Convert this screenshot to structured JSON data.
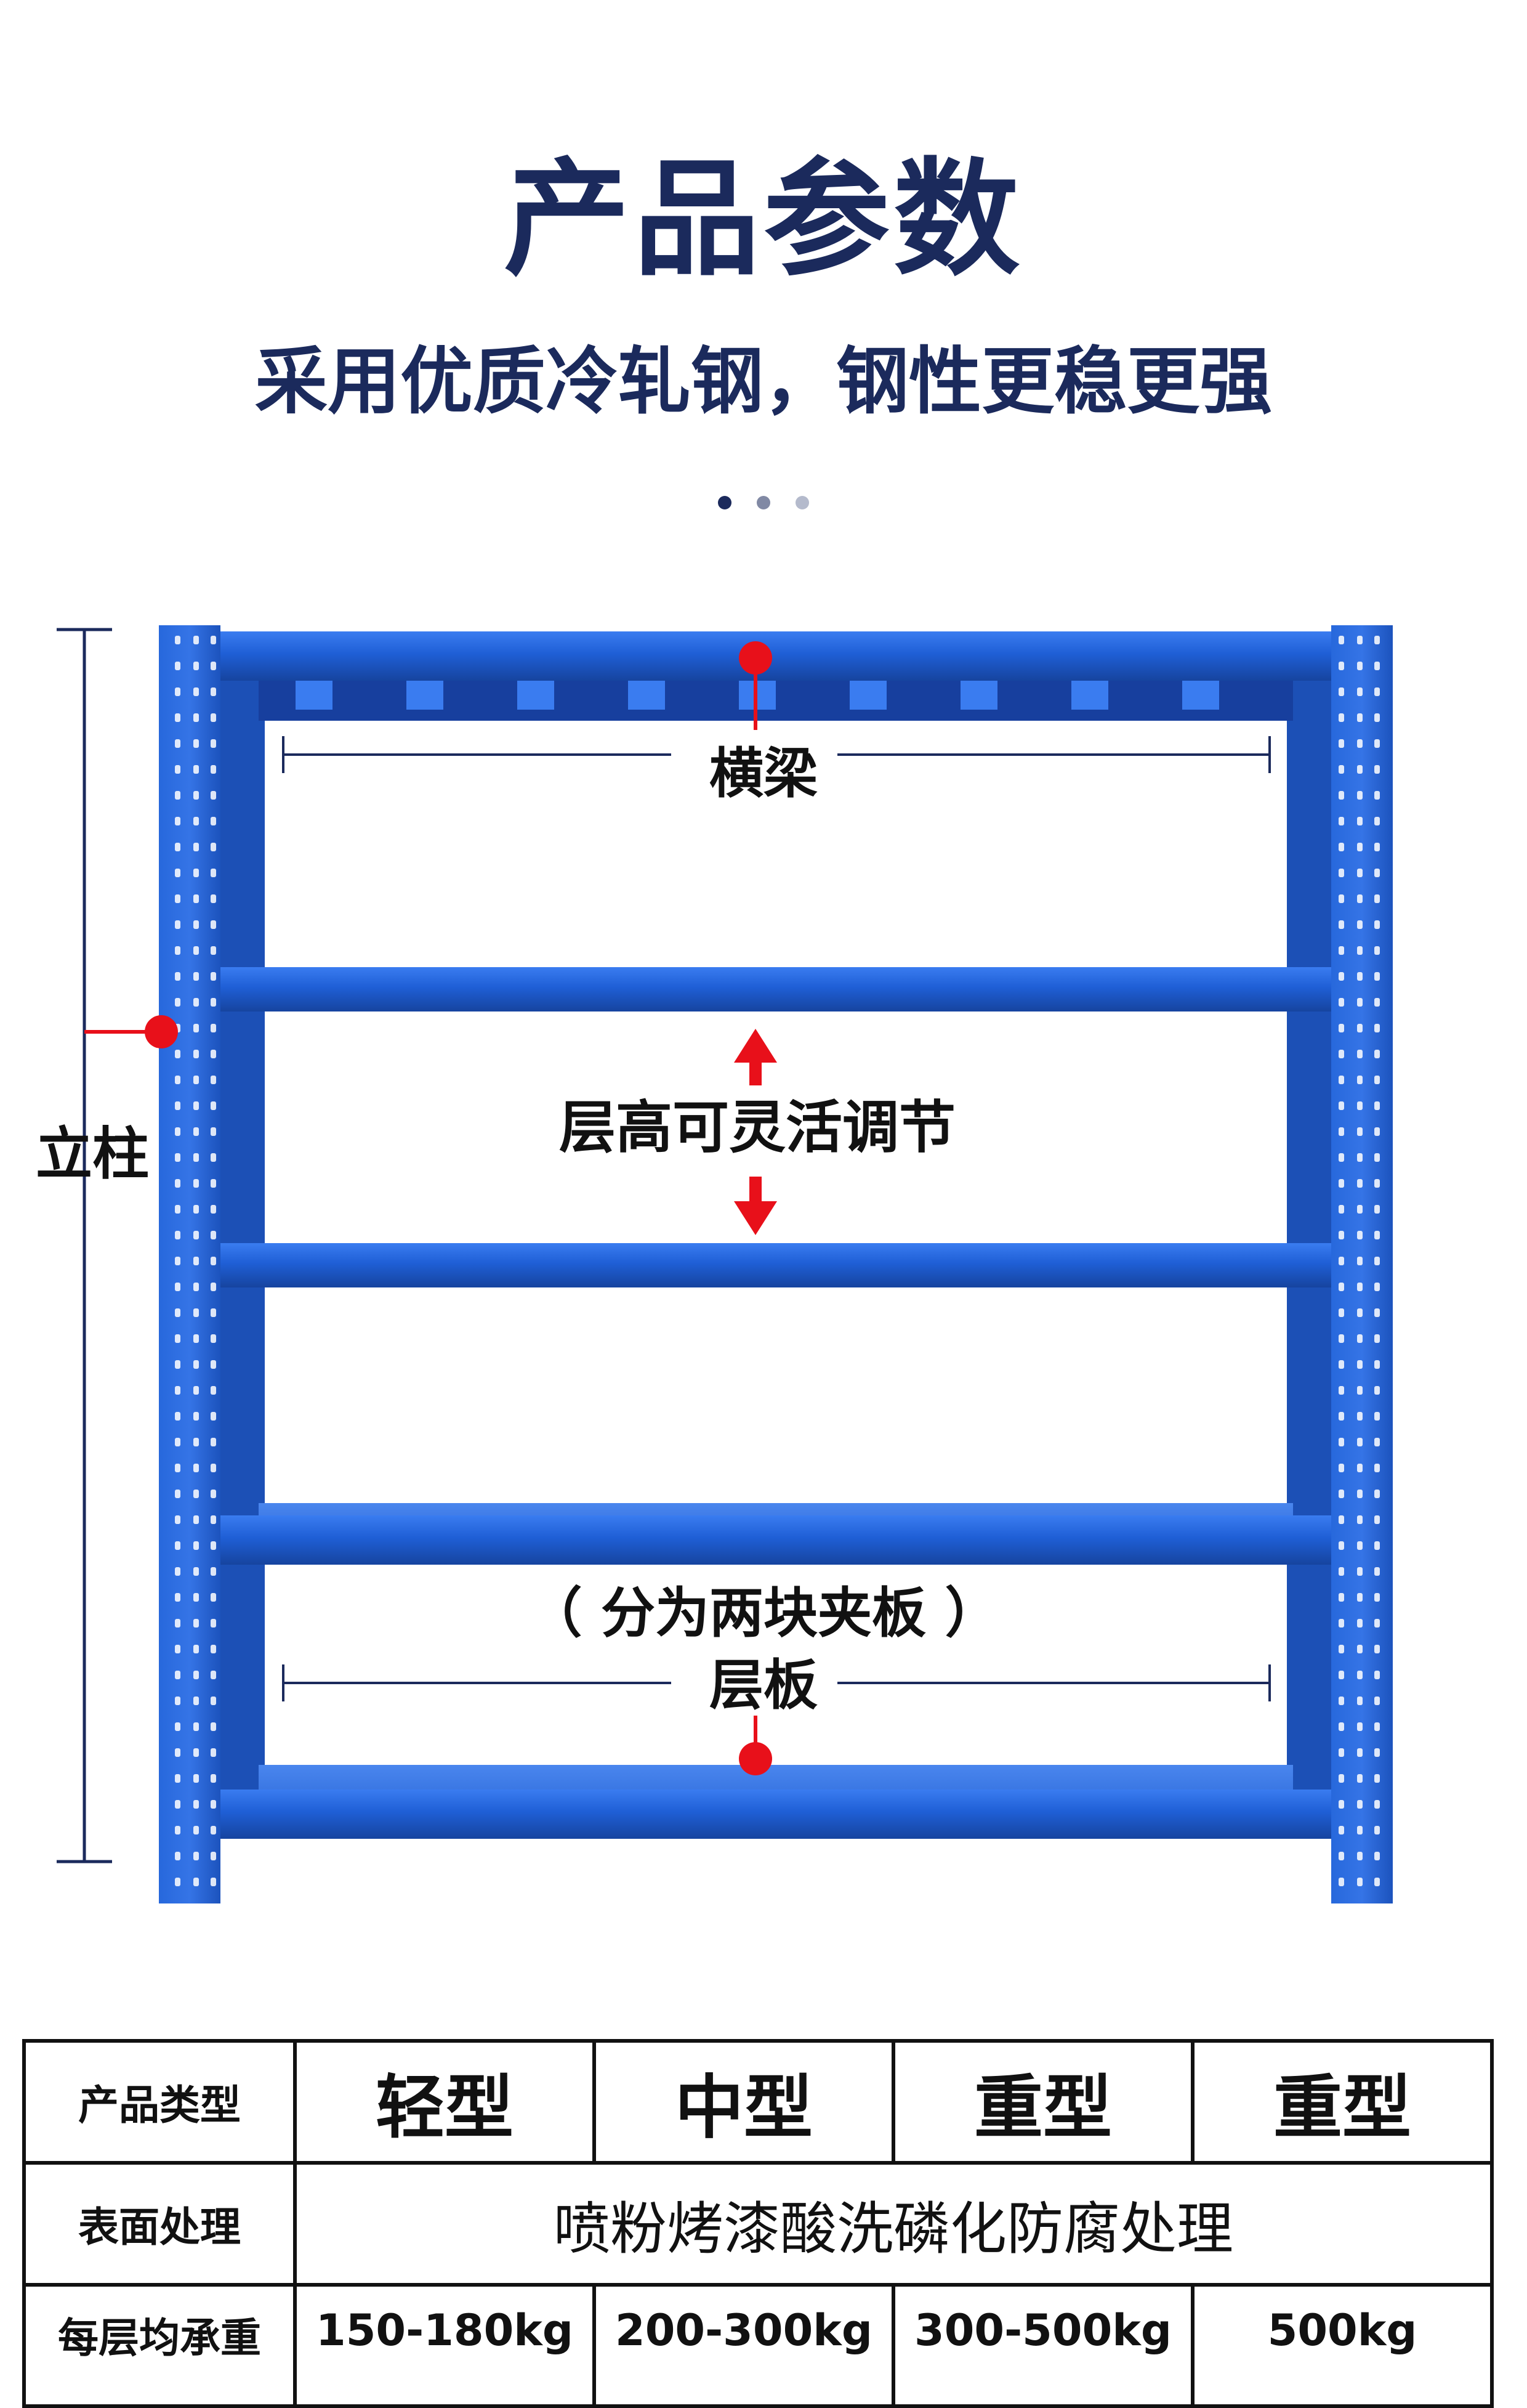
{
  "header": {
    "title": "产品参数",
    "subtitle": "采用优质冷轧钢，钢性更稳更强"
  },
  "pager": {
    "count": 3,
    "active": 1
  },
  "diagram": {
    "beam_label": "横梁",
    "adjust_label": "层高可灵活调节",
    "post_label": "立柱",
    "shelf_note": "（ 分为两块夹板 ）",
    "shelf_label": "层板"
  },
  "colors": {
    "rack_blue": "#1f5fd6",
    "rack_dark": "#173f9e",
    "marker_red": "#e8101a",
    "title_navy": "#1b2a5c"
  },
  "table": {
    "row1": {
      "label": "产品类型",
      "cols": [
        "轻型",
        "中型",
        "重型",
        "重型"
      ]
    },
    "row2": {
      "label": "表面处理",
      "value": "喷粉烤漆酸洗磷化防腐处理"
    },
    "row3": {
      "label": "每层均承重",
      "cols": [
        "150-180kg",
        "200-300kg",
        "300-500kg",
        "500kg"
      ]
    }
  }
}
